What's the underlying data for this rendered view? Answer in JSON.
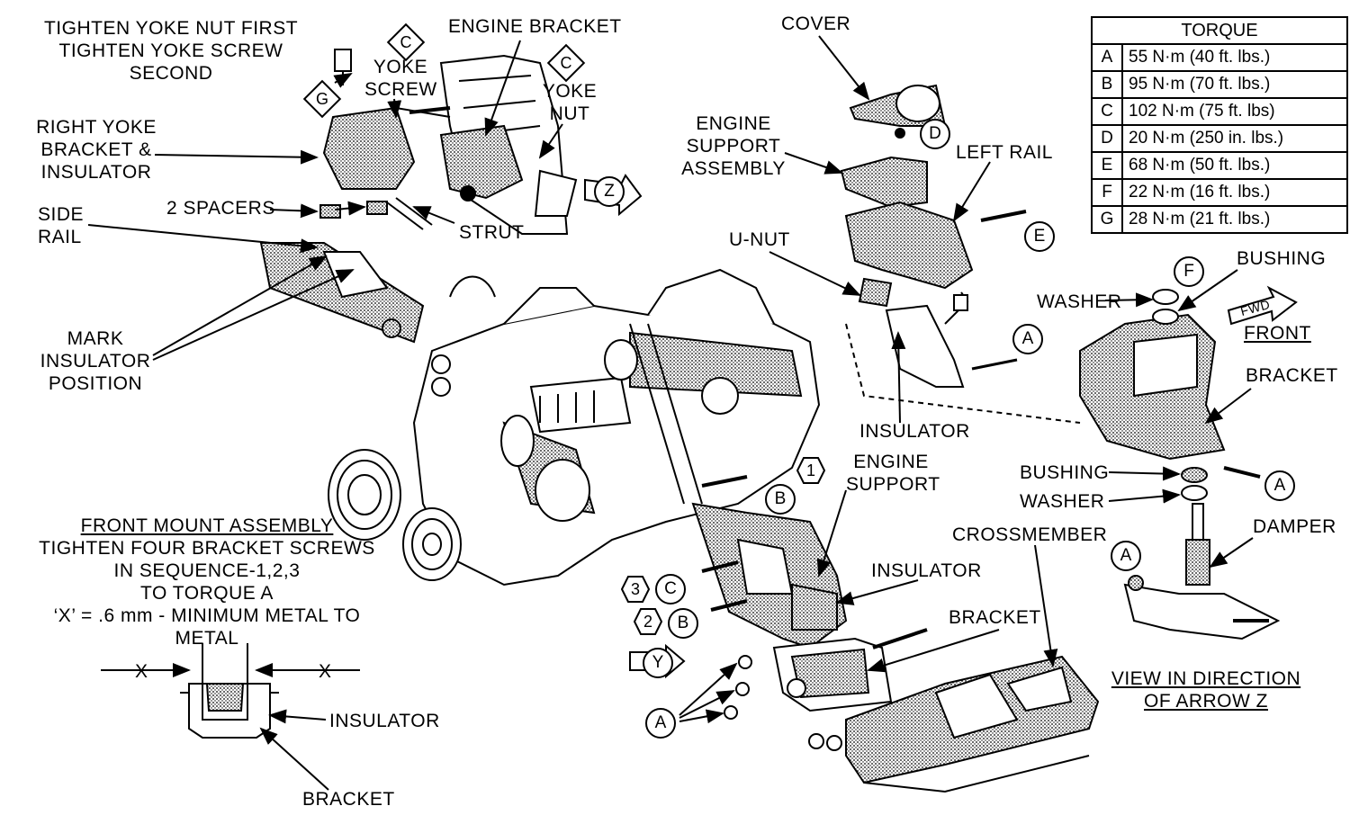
{
  "labels": {
    "tighten_yoke": [
      "TIGHTEN YOKE NUT FIRST",
      "TIGHTEN YOKE SCREW",
      "SECOND"
    ],
    "engine_bracket": "ENGINE BRACKET",
    "yoke_screw": [
      "YOKE",
      "SCREW"
    ],
    "yoke_nut": [
      "YOKE",
      "NUT"
    ],
    "right_yoke": [
      "RIGHT YOKE",
      "BRACKET &",
      "INSULATOR"
    ],
    "spacers": "2 SPACERS",
    "side_rail": [
      "SIDE",
      "RAIL"
    ],
    "strut": "STRUT",
    "mark_insulator": [
      "MARK",
      "INSULATOR",
      "POSITION"
    ],
    "cover": "COVER",
    "engine_support_assembly": [
      "ENGINE",
      "SUPPORT",
      "ASSEMBLY"
    ],
    "left_rail": "LEFT RAIL",
    "u_nut": "U-NUT",
    "insulator_upper": "INSULATOR",
    "engine_support": [
      "ENGINE",
      "SUPPORT"
    ],
    "crossmember": "CROSSMEMBER",
    "insulator_mid": "INSULATOR",
    "bracket_mid": "BRACKET",
    "front_mount_title": "FRONT MOUNT ASSEMBLY",
    "front_mount_body": [
      "TIGHTEN FOUR BRACKET SCREWS",
      "IN SEQUENCE-1,2,3",
      "TO TORQUE A",
      "‘X’ = .6 mm - MINIMUM METAL TO",
      "METAL"
    ],
    "x_left": "X",
    "x_right": "X",
    "insulator_detail": "INSULATOR",
    "bracket_detail": "BRACKET",
    "washer_top": "WASHER",
    "bushing_top": "BUSHING",
    "front": "FRONT",
    "fwd": "FWD",
    "bracket_right": "BRACKET",
    "bushing_bottom": "BUSHING",
    "washer_bottom": "WASHER",
    "damper": "DAMPER",
    "view_direction": [
      "VIEW IN DIRECTION",
      "OF ARROW Z"
    ]
  },
  "torque_table": {
    "header": "TORQUE",
    "rows": [
      {
        "key": "A",
        "value": "55 N·m (40 ft. lbs.)"
      },
      {
        "key": "B",
        "value": "95 N·m (70 ft. lbs.)"
      },
      {
        "key": "C",
        "value": "102 N·m (75 ft. lbs)"
      },
      {
        "key": "D",
        "value": "20 N·m (250 in. lbs.)"
      },
      {
        "key": "E",
        "value": "68 N·m (50 ft. lbs.)"
      },
      {
        "key": "F",
        "value": "22 N·m (16 ft. lbs.)"
      },
      {
        "key": "G",
        "value": "28 N·m (21 ft. lbs.)"
      }
    ]
  },
  "markers": {
    "A": "A",
    "B": "B",
    "C": "C",
    "D": "D",
    "E": "E",
    "F": "F",
    "G": "G",
    "Y": "Y",
    "Z": "Z",
    "seq1": "1",
    "seq2": "2",
    "seq3": "3"
  }
}
